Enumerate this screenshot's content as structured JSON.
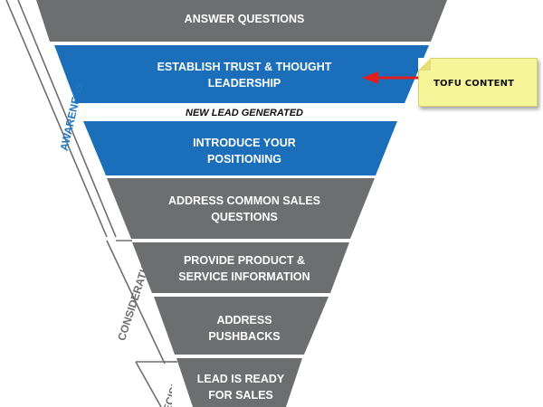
{
  "funnel": {
    "segments": [
      {
        "lines": [
          "ANSWER QUESTIONS"
        ]
      },
      {
        "lines": [
          "ESTABLISH TRUST & THOUGHT",
          "LEADERSHIP"
        ]
      },
      {
        "lines": [
          "NEW LEAD GENERATED"
        ]
      },
      {
        "lines": [
          "INTRODUCE YOUR",
          "POSITIONING"
        ]
      },
      {
        "lines": [
          "ADDRESS COMMON SALES",
          "QUESTIONS"
        ]
      },
      {
        "lines": [
          "PROVIDE PRODUCT &",
          "SERVICE INFORMATION"
        ]
      },
      {
        "lines": [
          "ADDRESS",
          "PUSHBACKS"
        ]
      },
      {
        "lines": [
          "LEAD IS READY",
          "FOR SALES"
        ]
      }
    ]
  },
  "stages": {
    "awareness": "AWARENESS",
    "consideration": "CONSIDERATION",
    "decision": "DECISION"
  },
  "callout": {
    "label": "TOFU CONTENT"
  },
  "colors": {
    "gray": "#6d6e70",
    "blue": "#1b6fba",
    "stage_label": "#1f78c1",
    "arrow": "#e02020"
  }
}
